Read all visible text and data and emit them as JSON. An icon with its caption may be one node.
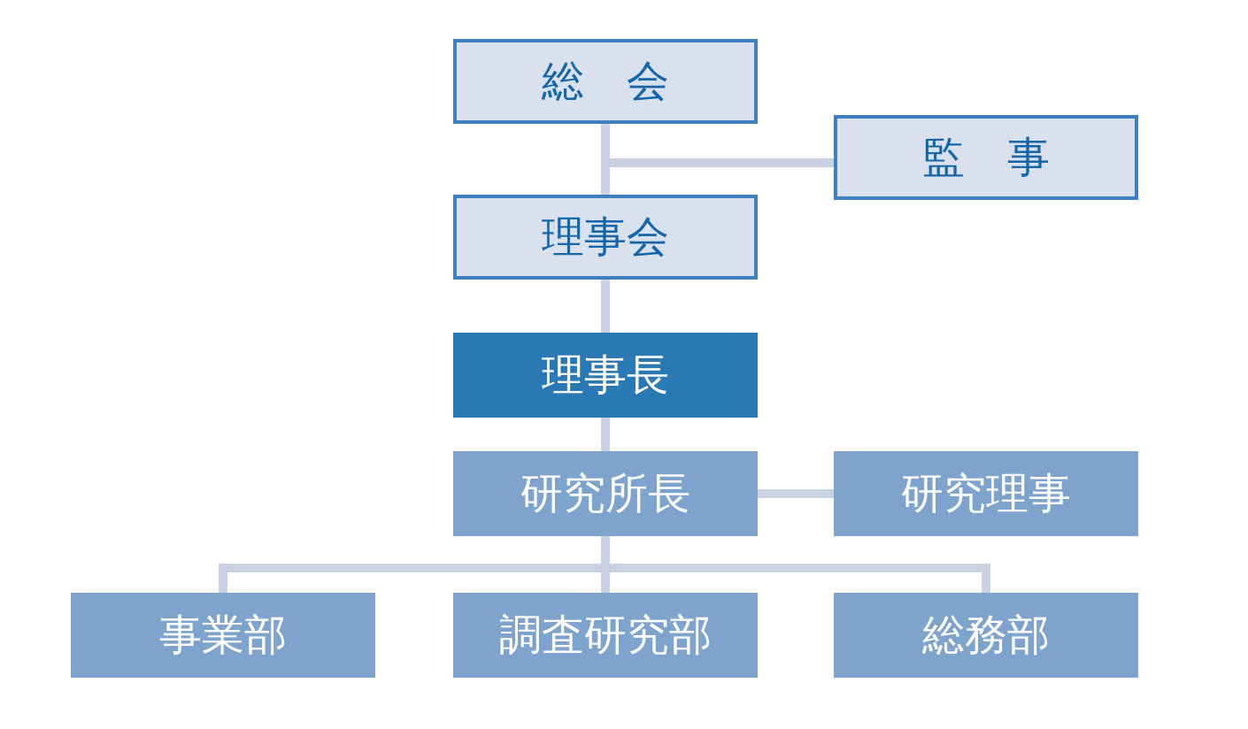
{
  "diagram": {
    "nodes": [
      {
        "text": [
          "総　会"
        ]
      },
      {
        "text": [
          "監　事"
        ]
      },
      {
        "text": [
          "理事会"
        ]
      },
      {
        "text": [
          "理事長"
        ]
      },
      {
        "text": [
          "研究所長"
        ]
      },
      {
        "text": [
          "研究理事"
        ]
      },
      {
        "text": [
          "事業部"
        ]
      },
      {
        "text": [
          "調査研究部"
        ]
      },
      {
        "text": [
          "総務部"
        ]
      }
    ],
    "edges": [
      {
        "from": 0,
        "to": 2,
        "arrow": "none"
      },
      {
        "from": 1,
        "to": 2,
        "arrow": "none"
      },
      {
        "from": 2,
        "to": 3,
        "arrow": "none"
      },
      {
        "from": 3,
        "to": 4,
        "arrow": "none"
      },
      {
        "from": 4,
        "to": 5,
        "arrow": "none"
      },
      {
        "from": 4,
        "to": 6,
        "arrow": "none"
      },
      {
        "from": 4,
        "to": 7,
        "arrow": "none"
      },
      {
        "from": 4,
        "to": 8,
        "arrow": "none"
      }
    ]
  }
}
